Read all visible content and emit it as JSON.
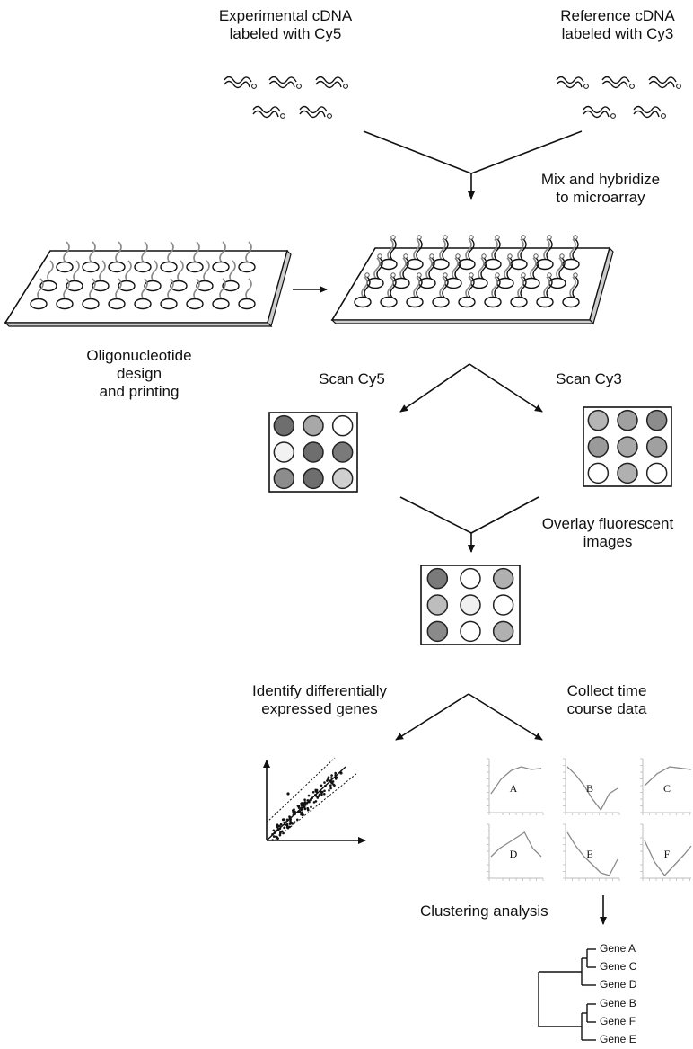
{
  "labels": {
    "experimental_line1": "Experimental cDNA",
    "experimental_line2": "labeled with Cy5",
    "reference_line1": "Reference cDNA",
    "reference_line2": "labeled with Cy3",
    "mix_line1": "Mix and hybridize",
    "mix_line2": "to microarray",
    "oligo_line1": "Oligonucleotide",
    "oligo_line2": "design",
    "oligo_line3": "and printing",
    "scan_cy5": "Scan Cy5",
    "scan_cy3": "Scan Cy3",
    "overlay_line1": "Overlay fluorescent",
    "overlay_line2": "images",
    "identify_line1": "Identify differentially",
    "identify_line2": "expressed genes",
    "collect_line1": "Collect time",
    "collect_line2": "course data",
    "clustering": "Clustering analysis"
  },
  "grids": {
    "cy5": [
      "#6e6e6e",
      "#a8a8a8",
      "#ffffff",
      "#f2f2f2",
      "#6e6e6e",
      "#7a7a7a",
      "#8c8c8c",
      "#6e6e6e",
      "#cfcfcf"
    ],
    "cy3": [
      "#b5b5b5",
      "#a0a0a0",
      "#8c8c8c",
      "#9a9a9a",
      "#a8a8a8",
      "#a0a0a0",
      "#ffffff",
      "#b0b0b0",
      "#ffffff"
    ],
    "overlay": [
      "#7a7a7a",
      "#ffffff",
      "#b0b0b0",
      "#bdbdbd",
      "#f0f0f0",
      "#ffffff",
      "#8a8a8a",
      "#ffffff",
      "#b0b0b0"
    ]
  },
  "time_course": [
    {
      "label": "A",
      "values": [
        0.35,
        0.62,
        0.78,
        0.85,
        0.8,
        0.82
      ]
    },
    {
      "label": "B",
      "values": [
        0.85,
        0.7,
        0.5,
        0.25,
        0.05,
        0.35,
        0.45
      ]
    },
    {
      "label": "C",
      "values": [
        0.5,
        0.72,
        0.85,
        0.82,
        0.8
      ]
    },
    {
      "label": "D",
      "values": [
        0.4,
        0.55,
        0.65,
        0.75,
        0.85,
        0.55,
        0.4
      ]
    },
    {
      "label": "E",
      "values": [
        0.85,
        0.6,
        0.4,
        0.25,
        0.1,
        0.05,
        0.35
      ]
    },
    {
      "label": "F",
      "values": [
        0.7,
        0.3,
        0.05,
        0.25,
        0.45,
        0.6
      ]
    }
  ],
  "dendrogram": {
    "genes": [
      "Gene A",
      "Gene C",
      "Gene D",
      "Gene B",
      "Gene F",
      "Gene E"
    ]
  },
  "colors": {
    "ink": "#111111",
    "spot_outline": "#222222",
    "probe_gray": "#8a8a8a"
  }
}
